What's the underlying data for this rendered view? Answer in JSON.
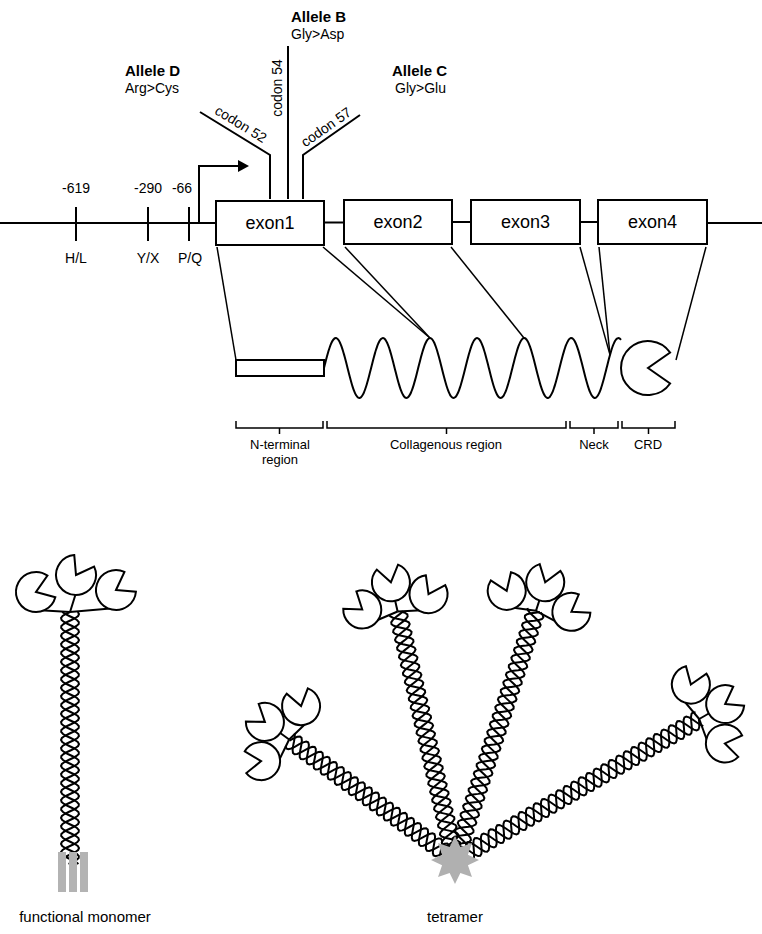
{
  "diagram": {
    "nodes": [
      {
        "text": [
          "exon1"
        ]
      },
      {
        "text": [
          "exon2"
        ]
      },
      {
        "text": [
          "exon3"
        ]
      },
      {
        "text": [
          "exon4"
        ]
      }
    ],
    "edges": [
      {
        "from": 0,
        "to": 1,
        "arrow": "none"
      },
      {
        "from": 1,
        "to": 2,
        "arrow": "none"
      },
      {
        "from": 2,
        "to": 3,
        "arrow": "none"
      }
    ],
    "labels": [
      "Allele B",
      "Gly>Asp",
      "codon 54",
      "Allele D",
      "Arg>Cys",
      "codon 52",
      "Allele C",
      "Gly>Glu",
      "codon 57",
      "-619",
      "-290",
      "-66",
      "H/L",
      "Y/X",
      "P/Q",
      "N-terminal region",
      "Collagenous region",
      "Neck",
      "CRD",
      "functional monomer",
      "tetramer"
    ]
  }
}
